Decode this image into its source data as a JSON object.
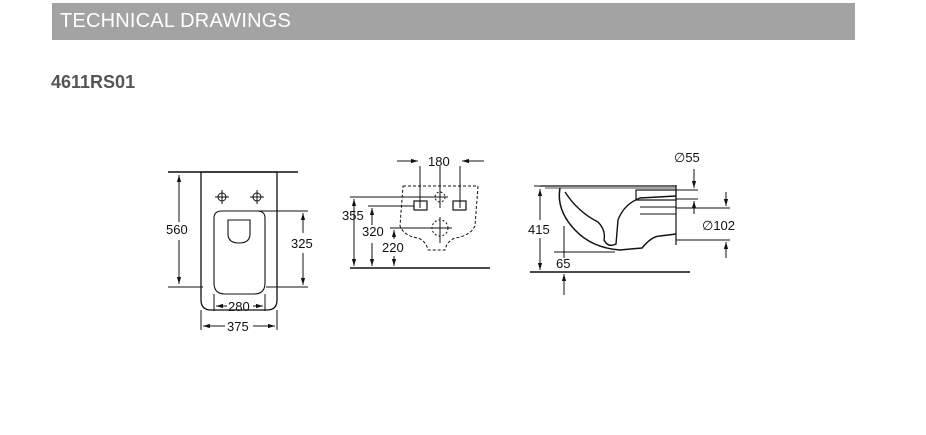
{
  "header": {
    "title": "TECHNICAL DRAWINGS"
  },
  "product": {
    "code": "4611RS01"
  },
  "views": {
    "top_view": {
      "dims": {
        "depth": "560",
        "outlet_height": "325",
        "inner_width": "280",
        "width": "375"
      }
    },
    "front_view": {
      "dims": {
        "bolt_spacing": "180",
        "height_355": "355",
        "height_320": "320",
        "height_220": "220"
      }
    },
    "side_view": {
      "dims": {
        "seat_height": "415",
        "offset": "65",
        "inlet_diameter": "∅55",
        "outlet_diameter": "∅102"
      }
    }
  },
  "colors": {
    "header_bg": "#a3a3a3",
    "header_text": "#ffffff",
    "code_text": "#555555",
    "line": "#111111"
  }
}
